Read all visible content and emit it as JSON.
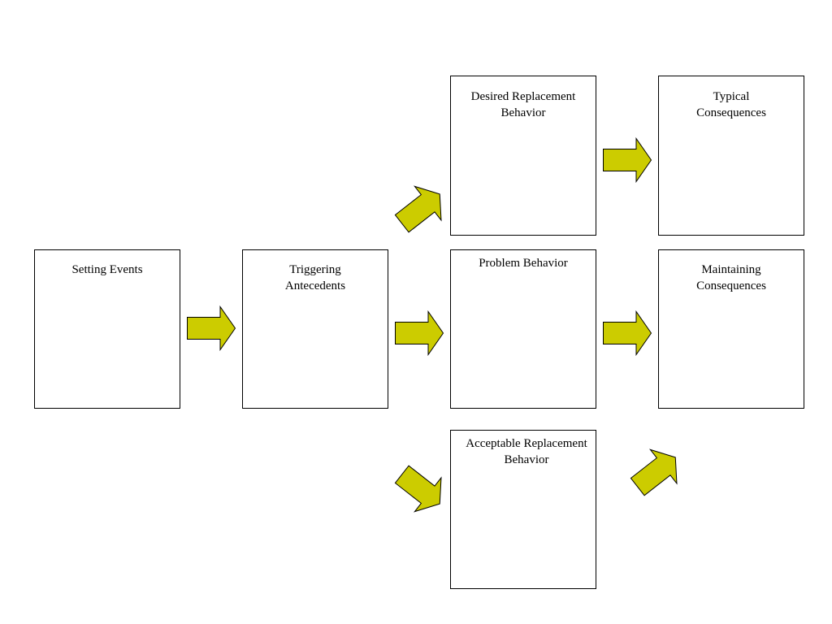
{
  "colors": {
    "arrow_fill": "#cccc00",
    "box_border": "#000000",
    "background": "#ffffff"
  },
  "boxes": {
    "setting_events": "Setting Events",
    "triggering_antecedents": "Triggering\nAntecedents",
    "desired_replacement_behavior": "Desired Replacement\nBehavior",
    "problem_behavior": "Problem Behavior",
    "acceptable_replacement_behavior": "Acceptable Replacement\nBehavior",
    "typical_consequences": "Typical\nConsequences",
    "maintaining_consequences": "Maintaining\nConsequences"
  }
}
